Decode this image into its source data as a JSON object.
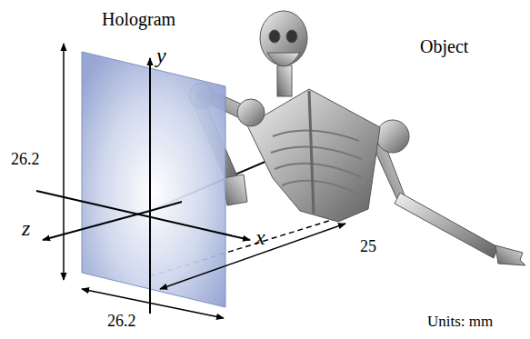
{
  "diagram": {
    "labels": [
      "Hologram",
      "Object",
      "y",
      "x",
      "z",
      "26.2",
      "26.2",
      "25",
      "Units: mm"
    ]
  }
}
